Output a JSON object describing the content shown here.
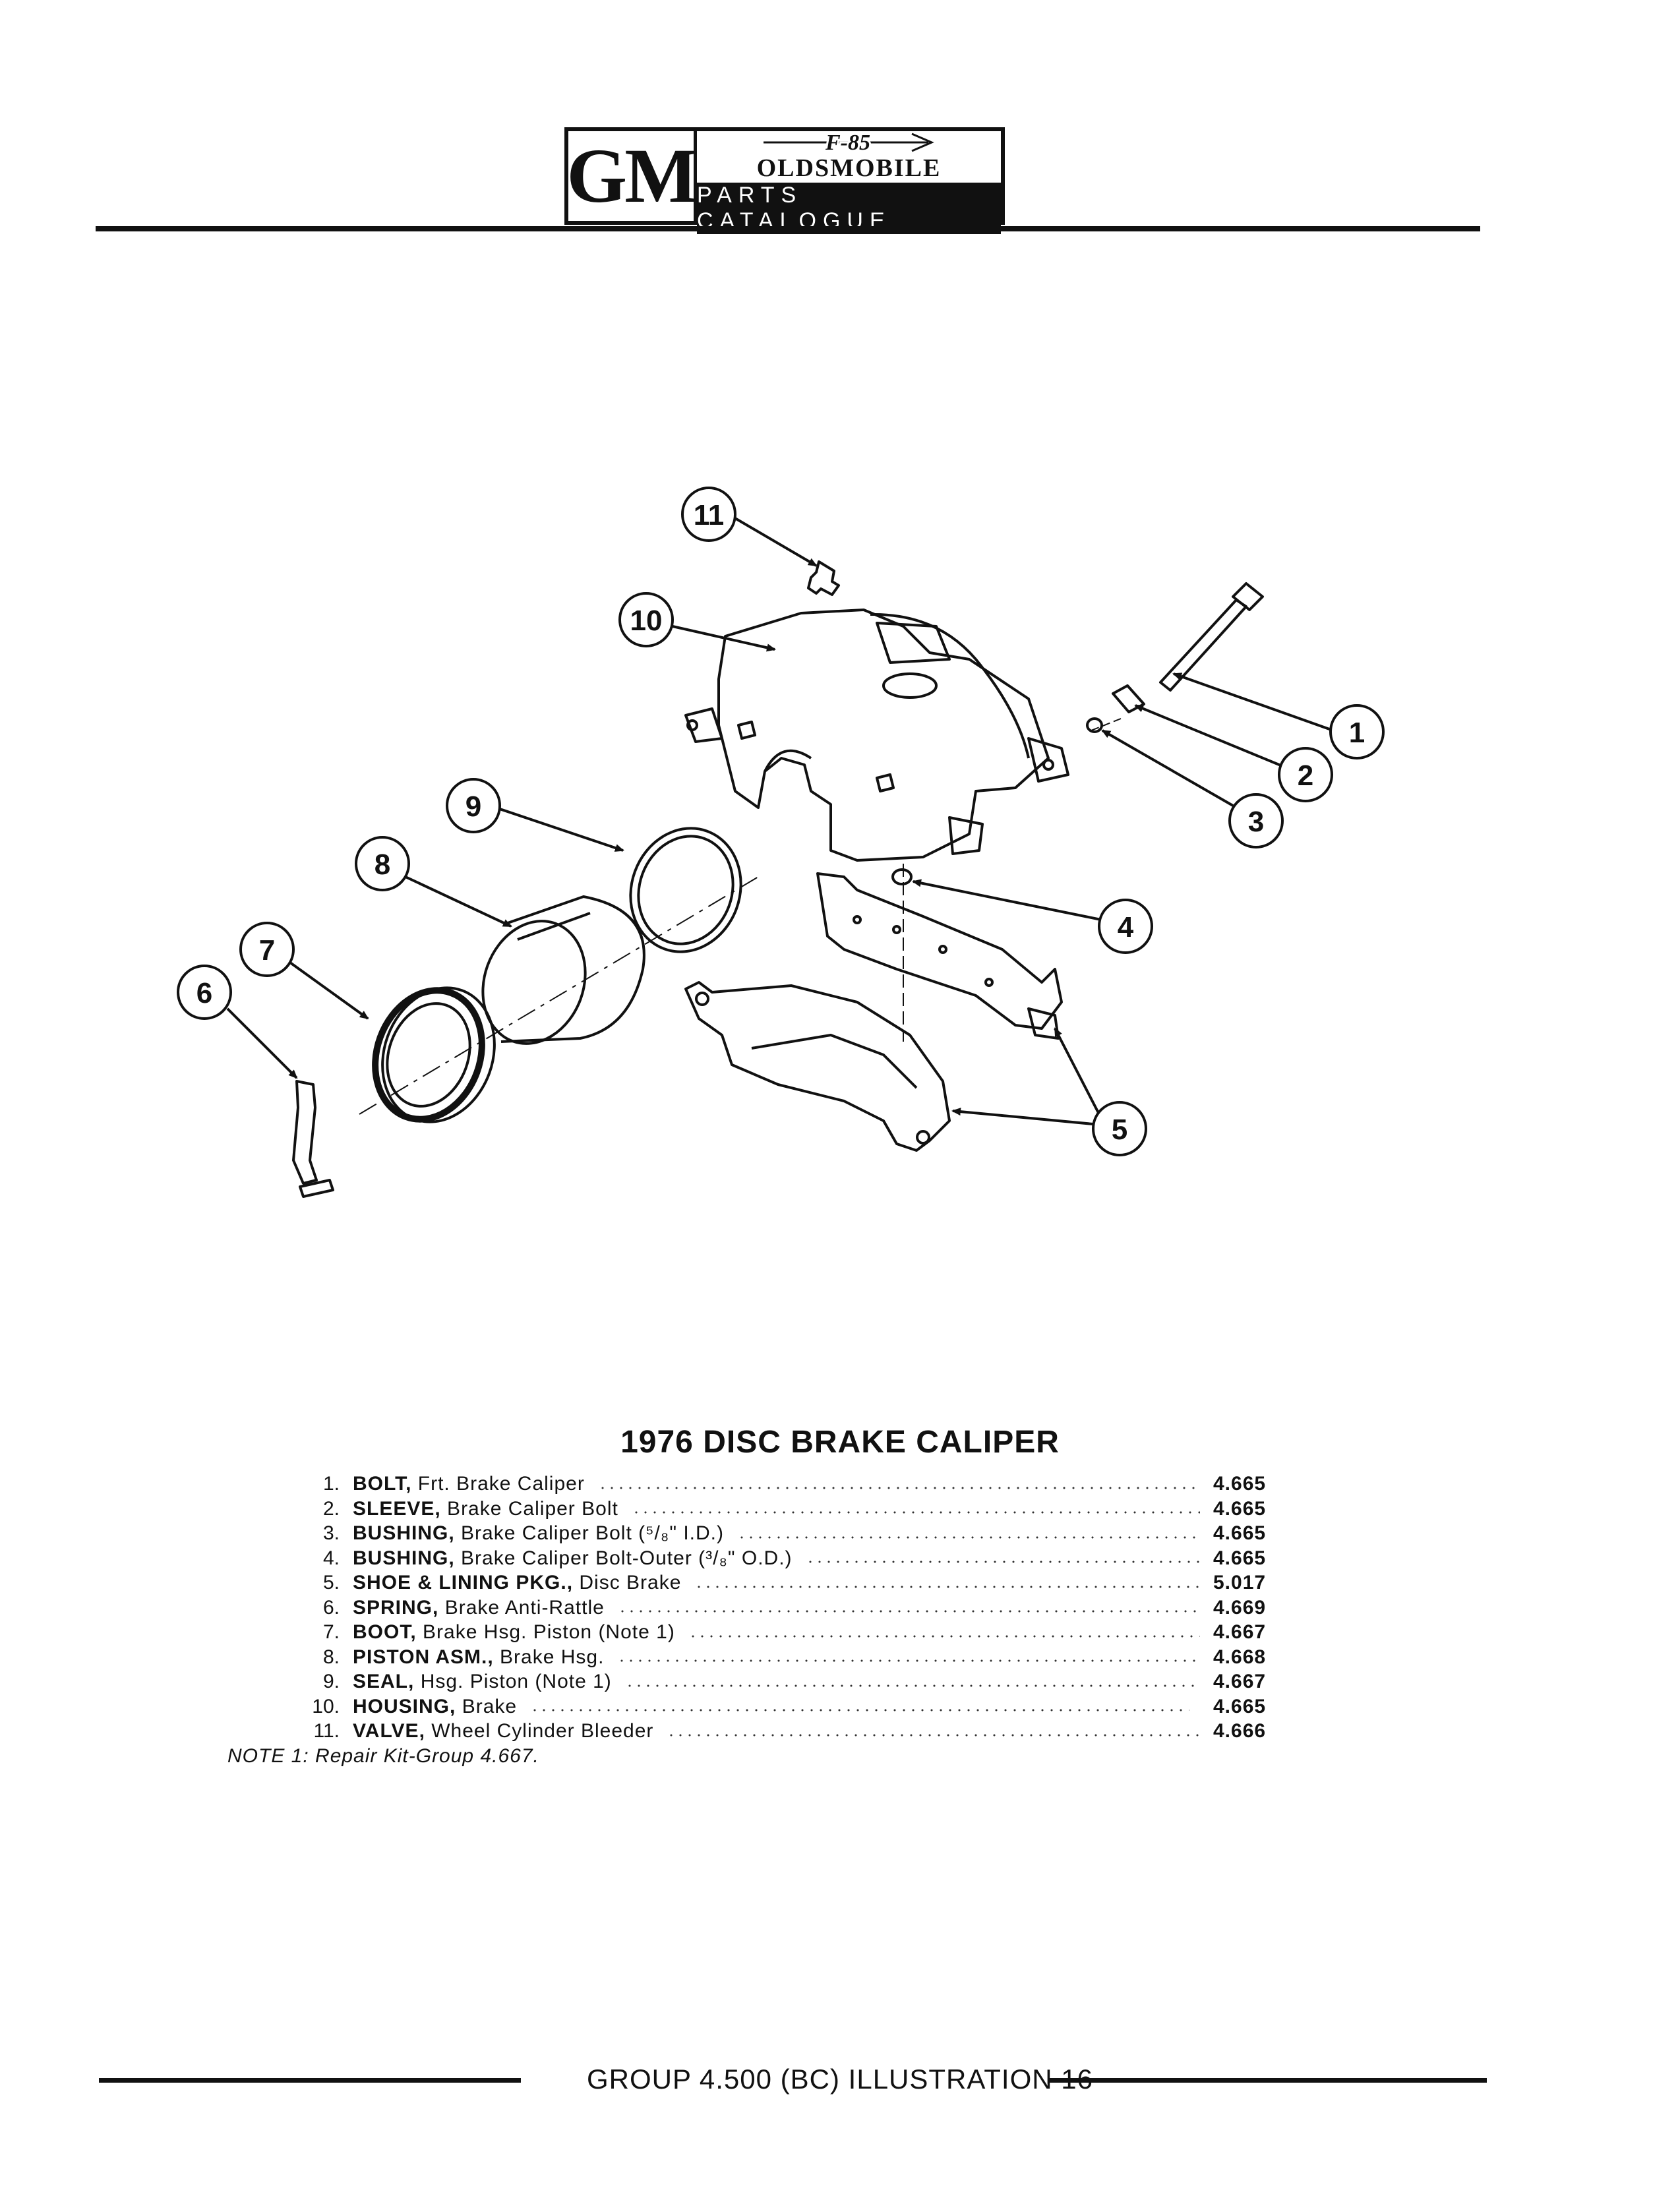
{
  "header": {
    "logo_gm": "GM",
    "logo_model": "F-85",
    "logo_brand": "OLDSMOBILE",
    "logo_catalogue": "PARTS CATALOGUE"
  },
  "callouts": [
    "1",
    "2",
    "3",
    "4",
    "5",
    "6",
    "7",
    "8",
    "9",
    "10",
    "11"
  ],
  "title": "1976 DISC BRAKE CALIPER",
  "parts": [
    {
      "num": "1.",
      "name": "BOLT,",
      "desc": " Frt. Brake Caliper",
      "group": "4.665"
    },
    {
      "num": "2.",
      "name": "SLEEVE,",
      "desc": " Brake Caliper Bolt",
      "group": "4.665"
    },
    {
      "num": "3.",
      "name": "BUSHING,",
      "desc": " Brake Caliper Bolt (⁵/₈\" I.D.)",
      "group": "4.665"
    },
    {
      "num": "4.",
      "name": "BUSHING,",
      "desc": " Brake Caliper Bolt-Outer (³/₈\" O.D.)",
      "group": "4.665"
    },
    {
      "num": "5.",
      "name": "SHOE & LINING PKG.,",
      "desc": " Disc Brake",
      "group": "5.017"
    },
    {
      "num": "6.",
      "name": "SPRING,",
      "desc": " Brake Anti-Rattle",
      "group": "4.669"
    },
    {
      "num": "7.",
      "name": "BOOT,",
      "desc": " Brake Hsg. Piston (Note 1)",
      "group": "4.667"
    },
    {
      "num": "8.",
      "name": "PISTON ASM.,",
      "desc": " Brake Hsg.",
      "group": "4.668"
    },
    {
      "num": "9.",
      "name": "SEAL,",
      "desc": " Hsg. Piston (Note 1)",
      "group": "4.667"
    },
    {
      "num": "10.",
      "name": "HOUSING,",
      "desc": " Brake",
      "group": "4.665"
    },
    {
      "num": "11.",
      "name": "VALVE,",
      "desc": " Wheel Cylinder Bleeder",
      "group": "4.666"
    }
  ],
  "note": "NOTE 1: Repair Kit-Group 4.667.",
  "footer": "GROUP 4.500 (BC) ILLUSTRATION 16"
}
